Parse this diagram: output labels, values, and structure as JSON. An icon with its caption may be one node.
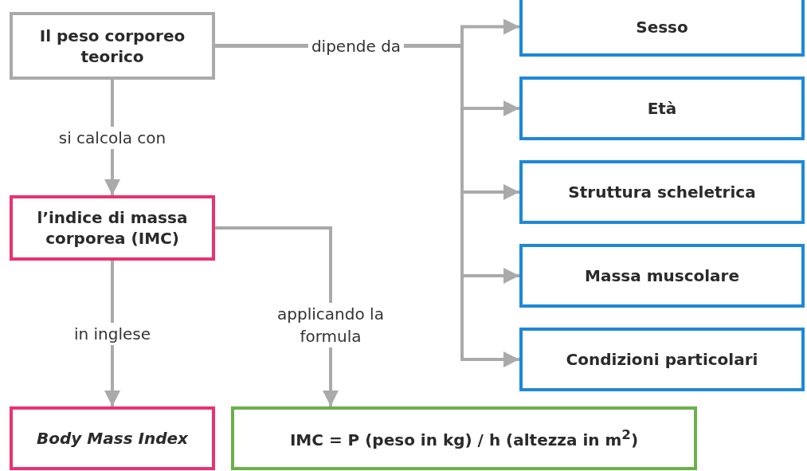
{
  "diagram": {
    "nodes": [
      {
        "text": [
          "Il peso corporeo teorico"
        ]
      },
      {
        "text": [
          "Sesso"
        ]
      },
      {
        "text": [
          "Età"
        ]
      },
      {
        "text": [
          "Struttura scheletrica"
        ]
      },
      {
        "text": [
          "Massa muscolare"
        ]
      },
      {
        "text": [
          "Condizioni particolari"
        ]
      },
      {
        "text": [
          "l’indice di massa corporea (IMC)"
        ]
      },
      {
        "text": [
          "Body Mass Index"
        ]
      },
      {
        "text": [
          "IMC = P (peso in kg) / h (altezza in m$^{2}$)"
        ]
      }
    ],
    "edges": [
      {
        "from": 0,
        "to": 1,
        "arrow": "to",
        "label": "dipende da"
      },
      {
        "from": 0,
        "to": 2,
        "arrow": "to"
      },
      {
        "from": 0,
        "to": 3,
        "arrow": "to"
      },
      {
        "from": 0,
        "to": 4,
        "arrow": "to"
      },
      {
        "from": 0,
        "to": 5,
        "arrow": "to"
      },
      {
        "from": 0,
        "to": 6,
        "arrow": "to",
        "label": "si calcola con"
      },
      {
        "from": 6,
        "to": 7,
        "arrow": "to",
        "label": "in inglese"
      },
      {
        "from": 6,
        "to": 8,
        "arrow": "to",
        "label": "applicando la formula"
      }
    ]
  }
}
